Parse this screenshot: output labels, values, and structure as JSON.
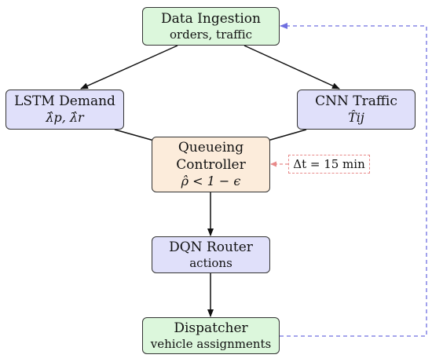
{
  "nodes": {
    "ingestion": {
      "title": "Data Ingestion",
      "subtitle": "orders, traffic"
    },
    "lstm": {
      "title": "LSTM Demand",
      "formula": "λ̂p, λ̂r"
    },
    "cnn": {
      "title": "CNN Traffic",
      "formula": "T̂ij"
    },
    "queueing": {
      "line1": "Queueing",
      "line2": "Controller",
      "formula": "ρ̂ < 1 − ϵ"
    },
    "dqn": {
      "title": "DQN Router",
      "subtitle": "actions"
    },
    "dispatcher": {
      "title": "Dispatcher",
      "subtitle": "vehicle assignments"
    }
  },
  "annotation": {
    "text": "Δt = 15 min"
  },
  "colors": {
    "green_fill": "#dcf7dc",
    "blue_fill": "#e0e0fa",
    "orange_fill": "#fcecdb",
    "feedback_line": "#6f6fe0",
    "annotation_line": "#e88a8a"
  }
}
